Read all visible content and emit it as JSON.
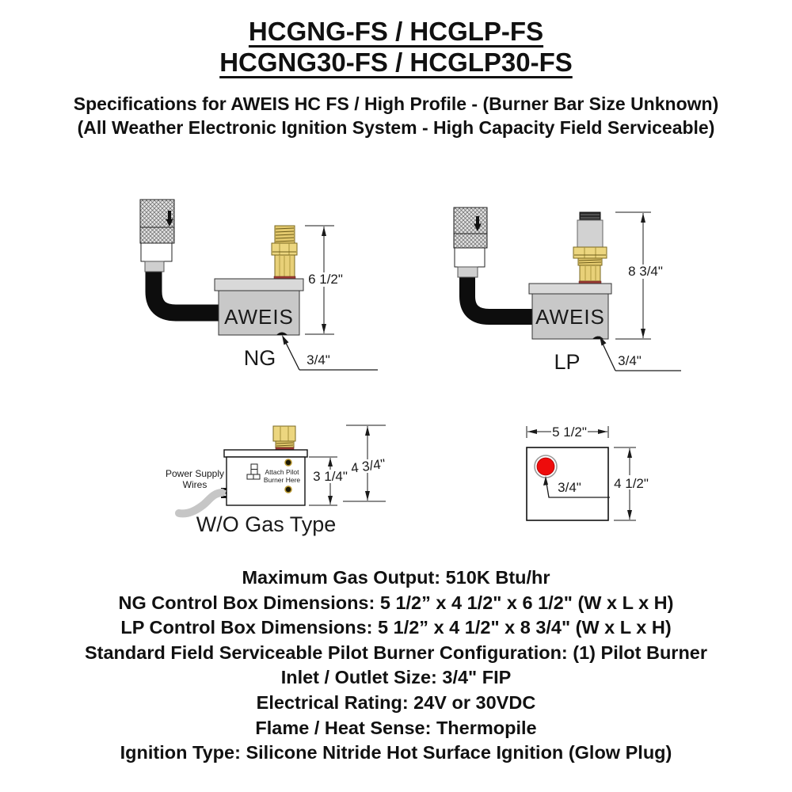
{
  "title": {
    "line1": "HCGNG-FS / HCGLP-FS",
    "line2": "HCGNG30-FS / HCGLP30-FS"
  },
  "subtitle": {
    "line1": "Specifications for AWEIS HC FS / High Profile - (Burner Bar Size Unknown)",
    "line2": "(All Weather Electronic Ignition System - High Capacity Field Serviceable)"
  },
  "diagrams": {
    "ng": {
      "box_label": "AWEIS",
      "gas_type": "NG",
      "height_dim": "6 1/2\"",
      "outlet_dim": "3/4\""
    },
    "lp": {
      "box_label": "AWEIS",
      "gas_type": "LP",
      "height_dim": "8 3/4\"",
      "outlet_dim": "3/4\""
    },
    "field_serviceable": {
      "caption": "W/O Gas Type",
      "power_wires_line1": "Power Supply",
      "power_wires_line2": "Wires",
      "attach_pilot_line1": "Attach Pilot",
      "attach_pilot_line2": "Burner Here",
      "body_height_dim": "3 1/4\"",
      "total_height_dim": "4 3/4\""
    },
    "top_view": {
      "width_dim": "5 1/2\"",
      "length_dim": "4 1/2\"",
      "hole_dim": "3/4\""
    }
  },
  "specs": [
    "Maximum Gas Output: 510K Btu/hr",
    "NG Control Box Dimensions: 5 1/2” x 4 1/2\" x 6 1/2\" (W x L x H)",
    "LP Control Box Dimensions: 5 1/2” x 4 1/2\" x 8 3/4\" (W x L x H)",
    "Standard Field Serviceable Pilot Burner Configuration: (1) Pilot Burner",
    "Inlet / Outlet Size: 3/4\" FIP",
    "Electrical Rating: 24V or 30VDC",
    "Flame / Heat Sense: Thermopile",
    "Ignition Type: Silicone Nitride Hot Surface Ignition (Glow Plug)"
  ],
  "colors": {
    "box_gray": "#c8c8c8",
    "lid_gray": "#d9d9d9",
    "brass": "#e8d078",
    "brass_dark": "#7a6820",
    "gasket_red": "#9e3a35",
    "pilot_red": "#ee0c0c",
    "hose_black": "#0d0d0d",
    "wire_gray": "#c6c6c6",
    "line": "#1a1a1a"
  }
}
